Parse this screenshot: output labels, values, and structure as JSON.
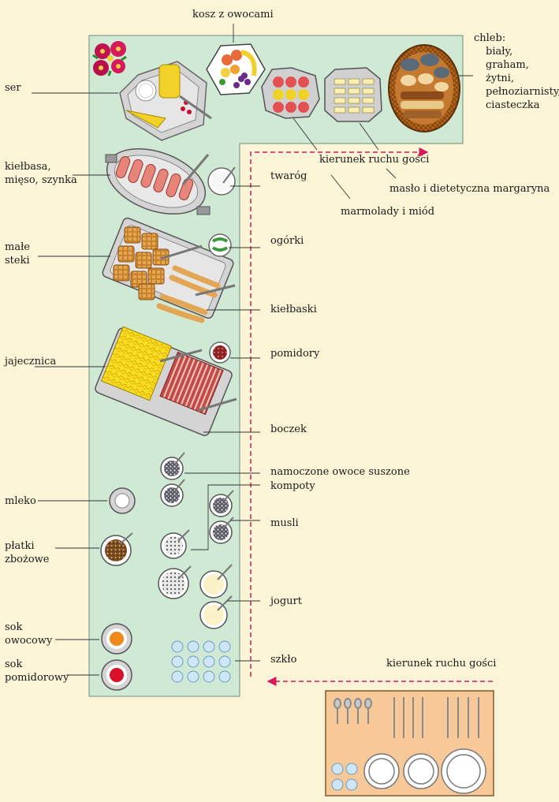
{
  "top_labels": {
    "fruit_basket": "kosz z owocami",
    "bread": [
      "chleb:",
      "biały,",
      "graham,",
      "żytni,",
      "pełnoziarnisty,",
      "ciasteczka"
    ]
  },
  "left_labels": {
    "cheese": "ser",
    "sausage_meat_ham": [
      "kiełbasa,",
      "mięso, szynka"
    ],
    "small_steaks": [
      "małe",
      "steki"
    ],
    "scrambled_eggs": "jajecznica",
    "milk": "mleko",
    "cereal": [
      "płatki",
      "zbożowe"
    ],
    "fruit_juice": [
      "sok",
      "owocowy"
    ],
    "tomato_juice": [
      "sok",
      "pomidorowy"
    ]
  },
  "right_labels": {
    "guest_flow_top": "kierunek ruchu gości",
    "butter_margarine": "masło i dietetyczna margaryna",
    "jams_honey": "marmolady i miód",
    "cottage_cheese": "twaróg",
    "pickles": "ogórki",
    "sausages": "kiełbaski",
    "tomatoes": "pomidory",
    "bacon": "boczek",
    "soaked_dried_fruit": "namoczone owoce suszone",
    "compotes": "kompoty",
    "muesli": "musli",
    "yogurt": "jogurt",
    "glassware": "szkło",
    "guest_flow_bottom": "kierunek ruchu gości"
  },
  "colors": {
    "table": "#cfe9d4",
    "background": "#fbf4d6",
    "cutlery_tray": "#f7c998",
    "flow_arrow": "#d6195a",
    "glass": "#cfe6f7",
    "tray_metal": "#d4d4d4"
  }
}
